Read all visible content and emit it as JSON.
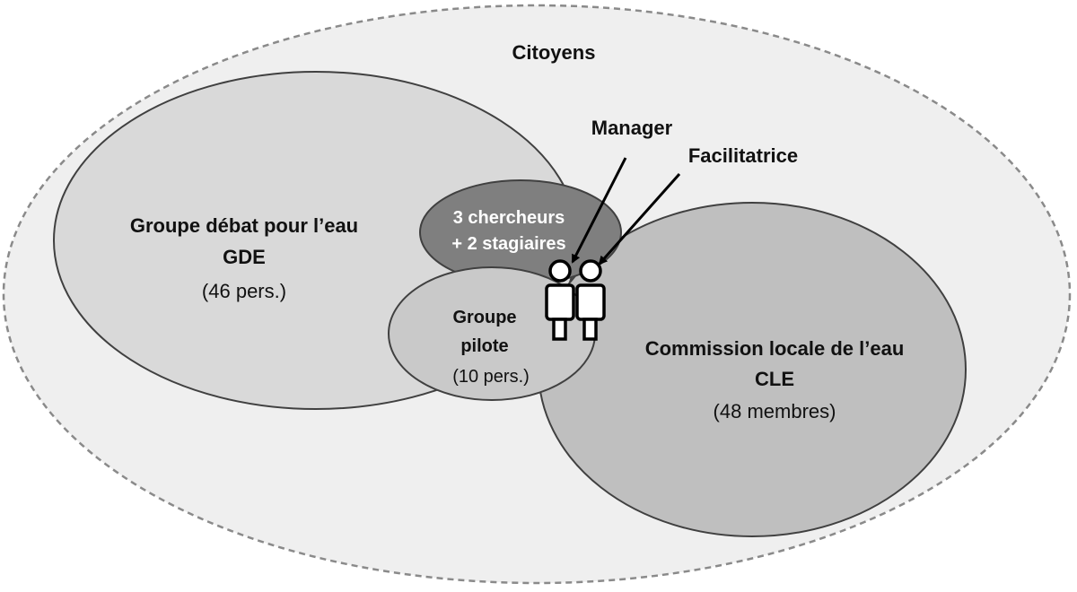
{
  "diagram": {
    "citizens": {
      "label": "Citoyens"
    },
    "gde": {
      "line1": "Groupe débat pour l’eau",
      "line2": "GDE",
      "line3": "(46 pers.)"
    },
    "cle": {
      "line1": "Commission locale de l’eau",
      "line2": "CLE",
      "line3": "(48 membres)"
    },
    "researchers": {
      "line1": "3 chercheurs",
      "line2": "+ 2 stagiaires"
    },
    "pilot": {
      "line1": "Groupe",
      "line2": "pilote",
      "line3": "(10 pers.)"
    },
    "roles": {
      "manager": "Manager",
      "facilitator": "Facilitatrice"
    },
    "colors": {
      "outer_fill": "#efefef",
      "outer_stroke": "#8a8a8a",
      "gde_fill": "#d9d9d9",
      "cle_fill": "#bfbfbf",
      "pilot_fill": "#c9c9c9",
      "researchers_fill": "#7f7f7f",
      "stroke": "#404040"
    }
  }
}
